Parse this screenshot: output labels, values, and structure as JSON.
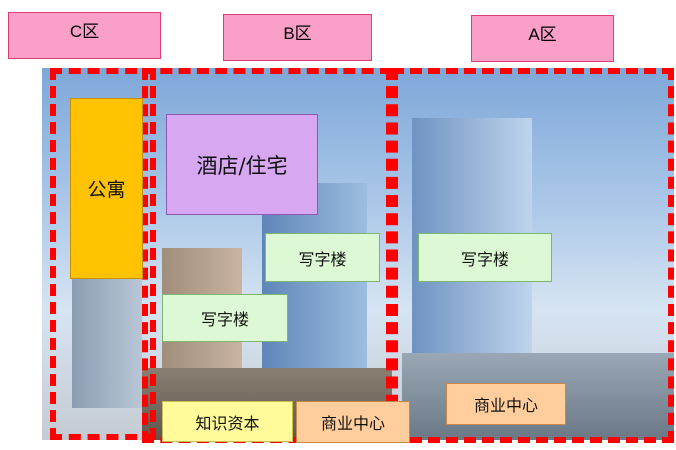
{
  "zones": {
    "c": "C区",
    "b": "B区",
    "a": "A区"
  },
  "labels": {
    "apartment": "公寓",
    "hotel_residence": "酒店/住宅",
    "office_b_upper": "写字楼",
    "office_b_lower": "写字楼",
    "office_a": "写字楼",
    "knowledge_capital": "知识资本",
    "commercial_b": "商业中心",
    "commercial_a": "商业中心"
  },
  "colors": {
    "zone_tag": "#fa9fc8",
    "zone_border": "#ff0000",
    "office": "#dcf8d4",
    "hotel": "#d7a7f2",
    "apartment": "#ffc200",
    "commercial": "#ffce9c",
    "knowledge": "#fffa9a"
  }
}
